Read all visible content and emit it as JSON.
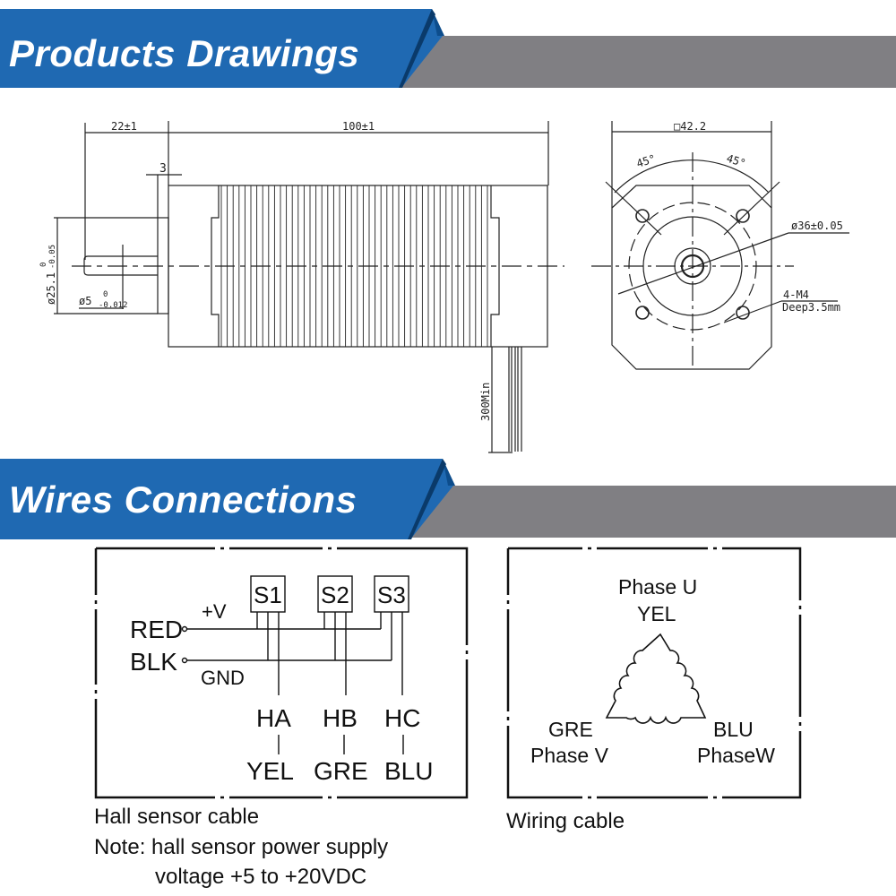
{
  "sections": {
    "products_drawings": {
      "title": "Products Drawings"
    },
    "wires_connections": {
      "title": "Wires Connections"
    }
  },
  "colors": {
    "banner_blue": "#1f69b2",
    "banner_blue_dark": "#0d4d8c",
    "banner_gray": "#807f83",
    "line": "#222222"
  },
  "side_view": {
    "dim_shaft_length": "22±1",
    "dim_body_length": "100±1",
    "dim_flange": "3",
    "dim_pilot_diameter": "ø25.1",
    "dim_pilot_tol_upper": "0",
    "dim_pilot_tol_lower": "-0.05",
    "dim_shaft_diameter": "ø5",
    "dim_shaft_tol_upper": "0",
    "dim_shaft_tol_lower": "-0.012",
    "dim_lead_length": "300Min"
  },
  "front_view": {
    "dim_square": "□42.2",
    "angle_left": "45°",
    "angle_right": "45°",
    "dim_bolt_circle": "ø36±0.05",
    "hole_spec_line1": "4-M4",
    "hole_spec_line2": "Deep3.5mm"
  },
  "hall_sensor": {
    "sensors": [
      "S1",
      "S2",
      "S3"
    ],
    "supply_label": "+V",
    "ground_label": "GND",
    "red_wire": "RED",
    "black_wire": "BLK",
    "outputs": [
      {
        "signal": "HA",
        "color": "YEL"
      },
      {
        "signal": "HB",
        "color": "GRE"
      },
      {
        "signal": "HC",
        "color": "BLU"
      }
    ],
    "caption": "Hall sensor cable",
    "note_line1": "Note: hall sensor power supply",
    "note_line2": "voltage +5 to +20VDC"
  },
  "winding": {
    "phase_u": "Phase U",
    "phase_u_color": "YEL",
    "phase_v": "Phase V",
    "phase_v_color": "GRE",
    "phase_w": "PhaseW",
    "phase_w_color": "BLU",
    "caption": "Wiring cable"
  }
}
